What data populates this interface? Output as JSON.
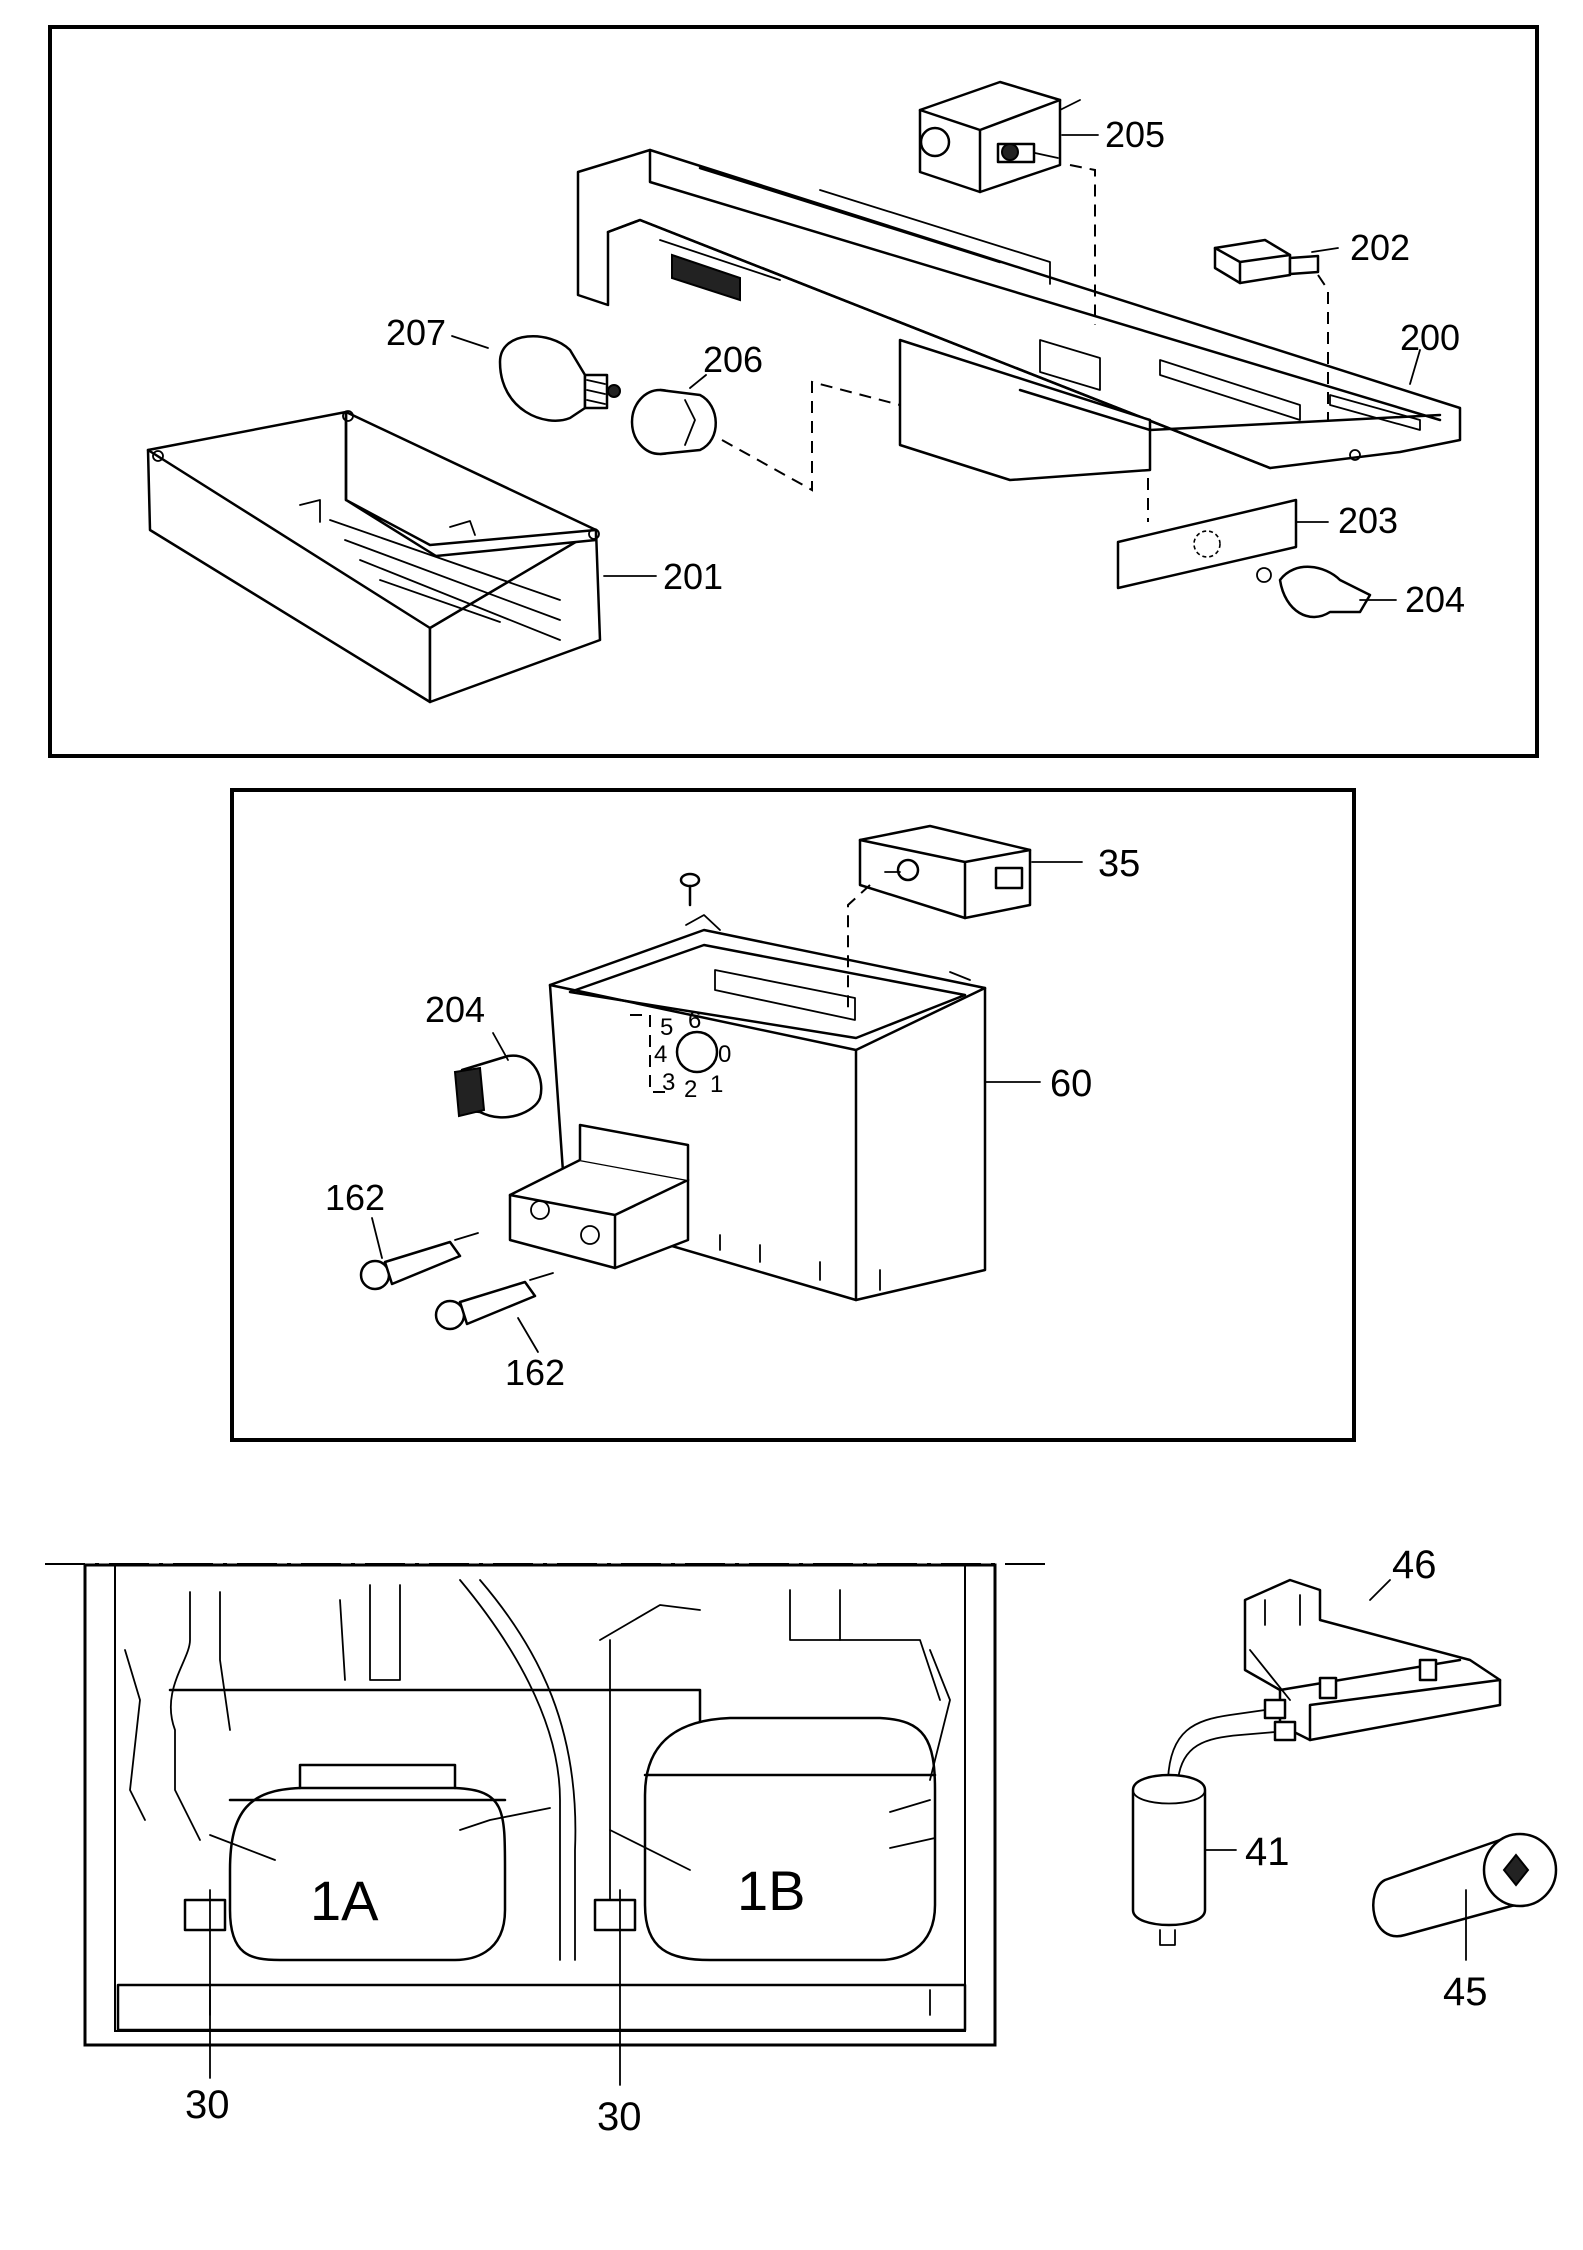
{
  "diagram": {
    "panel_top": {
      "callouts": {
        "c205": "205",
        "c202": "202",
        "c200": "200",
        "c207": "207",
        "c206": "206",
        "c201": "201",
        "c203": "203",
        "c204": "204"
      }
    },
    "panel_middle": {
      "callouts": {
        "c35": "35",
        "c204": "204",
        "c60": "60",
        "c162a": "162",
        "c162b": "162"
      },
      "dial_numbers": [
        "5",
        "6",
        "4",
        "0",
        "3",
        "2",
        "1"
      ]
    },
    "panel_bottom": {
      "compressor_labels": {
        "left": "1A",
        "right": "1B"
      },
      "callouts": {
        "c46": "46",
        "c41": "41",
        "c45": "45",
        "c30a": "30",
        "c30b": "30"
      }
    }
  }
}
